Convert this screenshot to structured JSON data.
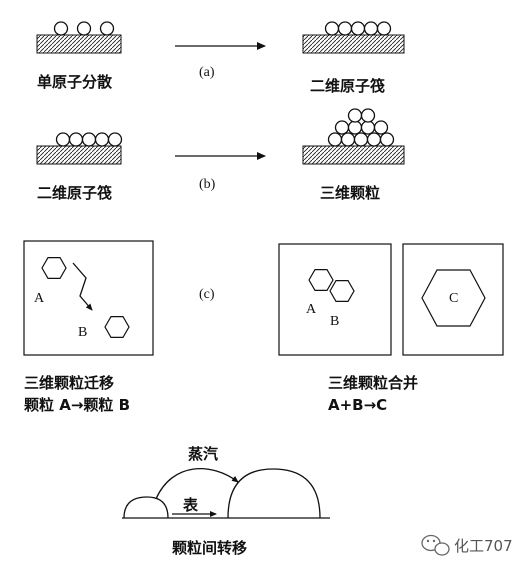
{
  "row_a": {
    "left_label": "单原子分散",
    "marker": "(a)",
    "right_label": "二维原子筏"
  },
  "row_b": {
    "left_label": "二维原子筏",
    "marker": "(b)",
    "right_label": "三维颗粒"
  },
  "row_c": {
    "marker": "(c)",
    "box1": {
      "label_a": "A",
      "label_b": "B",
      "caption_line1": "三维颗粒迁移",
      "caption_line2": "颗粒 A→颗粒 B"
    },
    "box2": {
      "label_a": "A",
      "label_b": "B",
      "caption_line1": "三维颗粒合并",
      "caption_line2": "A+B→C"
    },
    "box3": {
      "label_c": "C"
    }
  },
  "row_d": {
    "vapor_label": "蒸汽",
    "surface_label": "表",
    "caption": "颗粒间转移"
  },
  "watermark": {
    "icon": "wechat-icon",
    "text": "化工707"
  }
}
